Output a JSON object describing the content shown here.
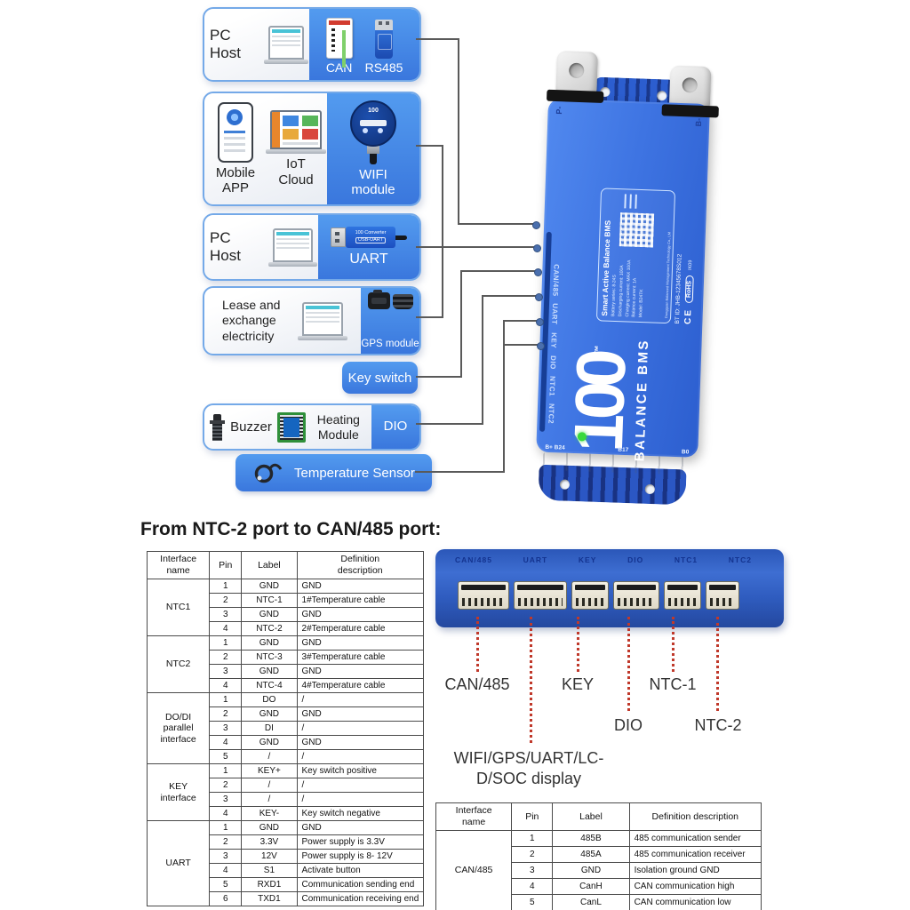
{
  "connections": {
    "b1": {
      "host": "PC Host",
      "can": "CAN",
      "rs485": "RS485"
    },
    "b2": {
      "mobile": "Mobile APP",
      "iot": "IoT Cloud",
      "wifi": "WIFI module",
      "wifi_icon_text": "100"
    },
    "b3": {
      "host": "PC Host",
      "uart": "UART",
      "converter_line1": "100 Converter",
      "converter_line2": "USB-UART"
    },
    "b4": {
      "lease": "Lease and exchange electricity",
      "gps": "GPS module"
    },
    "key_switch": "Key switch",
    "b6": {
      "buzzer": "Buzzer",
      "heating": "Heating Module",
      "dio": "DIO"
    },
    "temperature_sensor": "Temperature Sensor"
  },
  "device": {
    "sticker": {
      "title": "Smart Active Balance BMS",
      "lines": [
        "Battery series: 8-24S",
        "Discharging current: 100A",
        "Charging current: MAX 100A",
        "Balance current: 1A",
        "Model: B24TK"
      ],
      "company": "Dongguan Balanced Management Technology Co., LM",
      "bt_id": "BT ID: JHB-12345678S012",
      "ce": "CE",
      "rohs": "RoHS",
      "ik": "IK09"
    },
    "port_labels": [
      "CAN/485",
      "UART",
      "KEY",
      "DIO",
      "NTC1",
      "NTC2"
    ],
    "terminal_p": "P-",
    "terminal_b": "B-",
    "logo": {
      "number": "100",
      "tm": "™",
      "text": "BALANCE BMS"
    },
    "bottom_labels": [
      "B+ B24",
      "B17",
      "B0"
    ]
  },
  "pinout_section": {
    "heading": "From NTC-2 port to CAN/485 port:",
    "table_left": {
      "headers": [
        "Interface\nname",
        "Pin",
        "Label",
        "Definition\ndescription"
      ],
      "groups": [
        {
          "name": "NTC1",
          "rows": [
            [
              "1",
              "GND",
              "GND"
            ],
            [
              "2",
              "NTC-1",
              "1#Temperature cable"
            ],
            [
              "3",
              "GND",
              "GND"
            ],
            [
              "4",
              "NTC-2",
              "2#Temperature cable"
            ]
          ]
        },
        {
          "name": "NTC2",
          "rows": [
            [
              "1",
              "GND",
              "GND"
            ],
            [
              "2",
              "NTC-3",
              "3#Temperature cable"
            ],
            [
              "3",
              "GND",
              "GND"
            ],
            [
              "4",
              "NTC-4",
              "4#Temperature cable"
            ]
          ]
        },
        {
          "name": "DO/DI parallel interface",
          "rows": [
            [
              "1",
              "DO",
              "/"
            ],
            [
              "2",
              "GND",
              "GND"
            ],
            [
              "3",
              "DI",
              "/"
            ],
            [
              "4",
              "GND",
              "GND"
            ],
            [
              "5",
              "/",
              "/"
            ]
          ]
        },
        {
          "name": "KEY interface",
          "rows": [
            [
              "1",
              "KEY+",
              "Key switch positive"
            ],
            [
              "2",
              "/",
              "/"
            ],
            [
              "3",
              "/",
              "/"
            ],
            [
              "4",
              "KEY-",
              "Key switch negative"
            ]
          ]
        },
        {
          "name": "UART",
          "rows": [
            [
              "1",
              "GND",
              "GND"
            ],
            [
              "2",
              "3.3V",
              "Power supply is 3.3V"
            ],
            [
              "3",
              "12V",
              "Power supply is 8- 12V"
            ],
            [
              "4",
              "S1",
              "Activate button"
            ],
            [
              "5",
              "RXD1",
              "Communication sending end"
            ],
            [
              "6",
              "TXD1",
              "Communication receiving end"
            ]
          ]
        }
      ]
    },
    "connector_photo": {
      "engraved_labels": [
        "CAN/485",
        "UART",
        "KEY",
        "DIO",
        "NTC1",
        "NTC2"
      ],
      "callout_can485": "CAN/485",
      "callout_key": "KEY",
      "callout_ntc1": "NTC-1",
      "callout_dio": "DIO",
      "callout_ntc2": "NTC-2",
      "callout_wifi": "WIFI/GPS/UART/LC-D/SOC display"
    },
    "table_right": {
      "headers": [
        "Interface\nname",
        "Pin",
        "Label",
        "Definition description"
      ],
      "groups": [
        {
          "name": "CAN/485",
          "rows": [
            [
              "1",
              "485B",
              "485 communication sender"
            ],
            [
              "2",
              "485A",
              "485 communication receiver"
            ],
            [
              "3",
              "GND",
              "Isolation ground GND"
            ],
            [
              "4",
              "CanH",
              "CAN  communication high"
            ],
            [
              "5",
              "CanL",
              "CAN communication low"
            ]
          ]
        }
      ]
    }
  },
  "colors": {
    "accent_blue": "#4a8de8",
    "device_blue": "#3e74e2",
    "wire_gray": "#5a5a5a",
    "callout_red": "#c0392b",
    "led_green": "#38d93c"
  }
}
